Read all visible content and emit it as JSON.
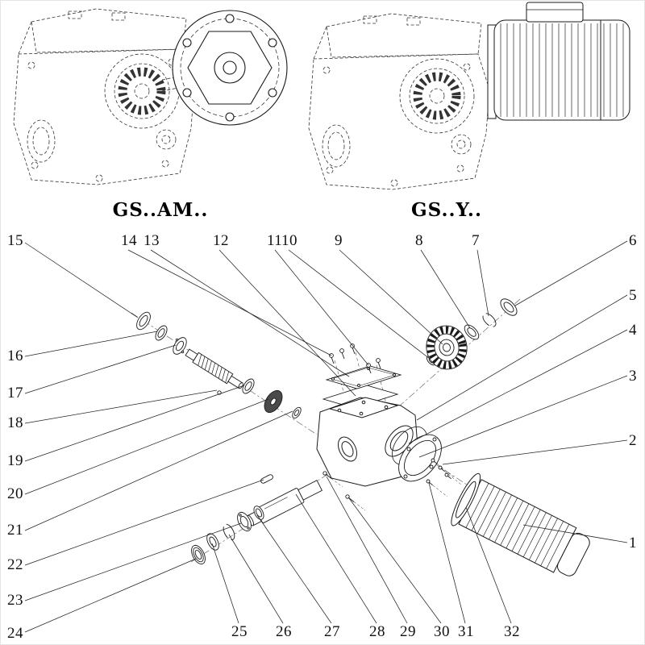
{
  "background": "#ffffff",
  "line_color": "#1a1a1a",
  "titles": {
    "left": "GS..AM..",
    "right": "GS..Y.."
  },
  "callouts": [
    "1",
    "2",
    "3",
    "4",
    "5",
    "6",
    "7",
    "8",
    "9",
    "10",
    "11",
    "12",
    "13",
    "14",
    "15",
    "16",
    "17",
    "18",
    "19",
    "20",
    "21",
    "22",
    "23",
    "24",
    "25",
    "26",
    "27",
    "28",
    "29",
    "30",
    "31",
    "32"
  ]
}
